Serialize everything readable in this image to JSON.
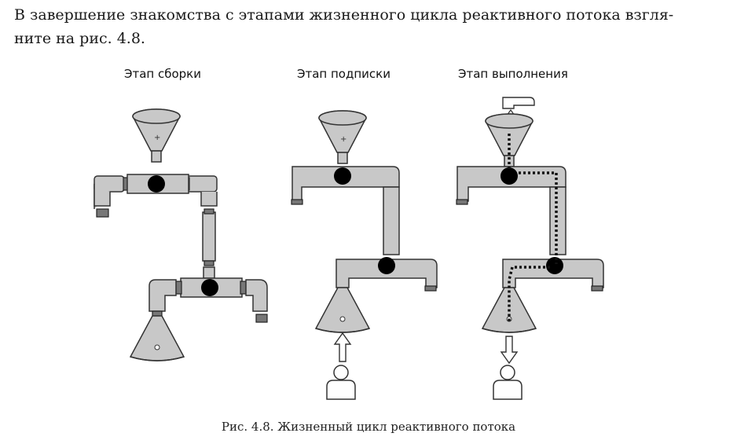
{
  "intro_text": "В завершение знакомства с этапами жизненного цикла реактивного потока взгля-\nните на рис. 4.8.",
  "stages": [
    {
      "label": "Этап сборки"
    },
    {
      "label": "Этап подписки"
    },
    {
      "label": "Этап выполнения"
    }
  ],
  "caption": "Рис. 4.8. Жизненный цикл реактивного потока"
}
